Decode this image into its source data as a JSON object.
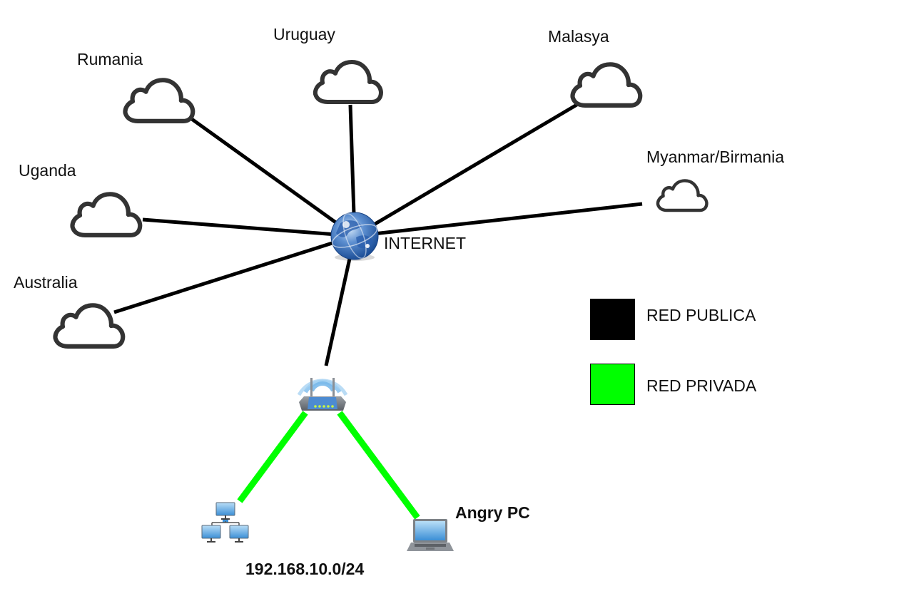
{
  "diagram": {
    "type": "network-topology",
    "hub": {
      "label": "INTERNET",
      "icon": "globe-icon"
    },
    "clouds": [
      {
        "id": "rumania",
        "label": "Rumania"
      },
      {
        "id": "uruguay",
        "label": "Uruguay"
      },
      {
        "id": "malasya",
        "label": "Malasya"
      },
      {
        "id": "myanmar",
        "label": "Myanmar/Birmania"
      },
      {
        "id": "uganda",
        "label": "Uganda"
      },
      {
        "id": "australia",
        "label": "Australia"
      }
    ],
    "router": {
      "icon": "wireless-router-icon"
    },
    "lan": {
      "label": "192.168.10.0/24",
      "icon": "network-computers-icon"
    },
    "pc": {
      "label": "Angry PC",
      "icon": "laptop-icon"
    },
    "links": [
      {
        "from": "internet",
        "to": "rumania",
        "type": "public"
      },
      {
        "from": "internet",
        "to": "uruguay",
        "type": "public"
      },
      {
        "from": "internet",
        "to": "malasya",
        "type": "public"
      },
      {
        "from": "internet",
        "to": "myanmar",
        "type": "public"
      },
      {
        "from": "internet",
        "to": "uganda",
        "type": "public"
      },
      {
        "from": "internet",
        "to": "australia",
        "type": "public"
      },
      {
        "from": "internet",
        "to": "router",
        "type": "public"
      },
      {
        "from": "router",
        "to": "lan",
        "type": "private"
      },
      {
        "from": "router",
        "to": "pc",
        "type": "private"
      }
    ]
  },
  "legend": [
    {
      "key": "public",
      "label": "RED PUBLICA",
      "color": "#000000"
    },
    {
      "key": "private",
      "label": "RED PRIVADA",
      "color": "#00ff00"
    }
  ]
}
